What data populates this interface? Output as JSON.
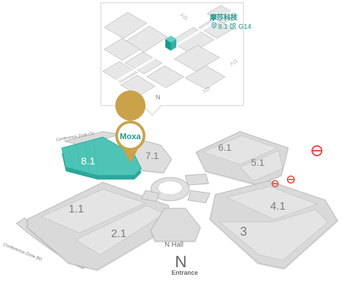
{
  "inset": {
    "booth_name": "摩莎科技",
    "booth_location": "8.1 馆 G14",
    "entrance_label": "入口",
    "north_label": "N"
  },
  "main_map": {
    "exhibitor": "Moxa",
    "halls": [
      "8.1",
      "7.1",
      "6.1",
      "5.1",
      "1.1",
      "2.1",
      "4.1",
      "3"
    ],
    "conference_zone_c0": "Conference Zone C0",
    "conference_zone_b0": "Conference Zone B0",
    "north_hall": "N Hall",
    "north_entrance_letter": "N",
    "north_entrance_word": "Entrance"
  },
  "colors": {
    "highlight_hall": "#4ec4b6",
    "highlight_text": "#1a9a8c",
    "pin_gold": "#c9a24a",
    "metro_red": "#e04a3a",
    "building_gray": "#d9d9d9",
    "building_edge": "#b8b8b8"
  },
  "icons": [
    "location-pin-icon",
    "metro-icon"
  ]
}
